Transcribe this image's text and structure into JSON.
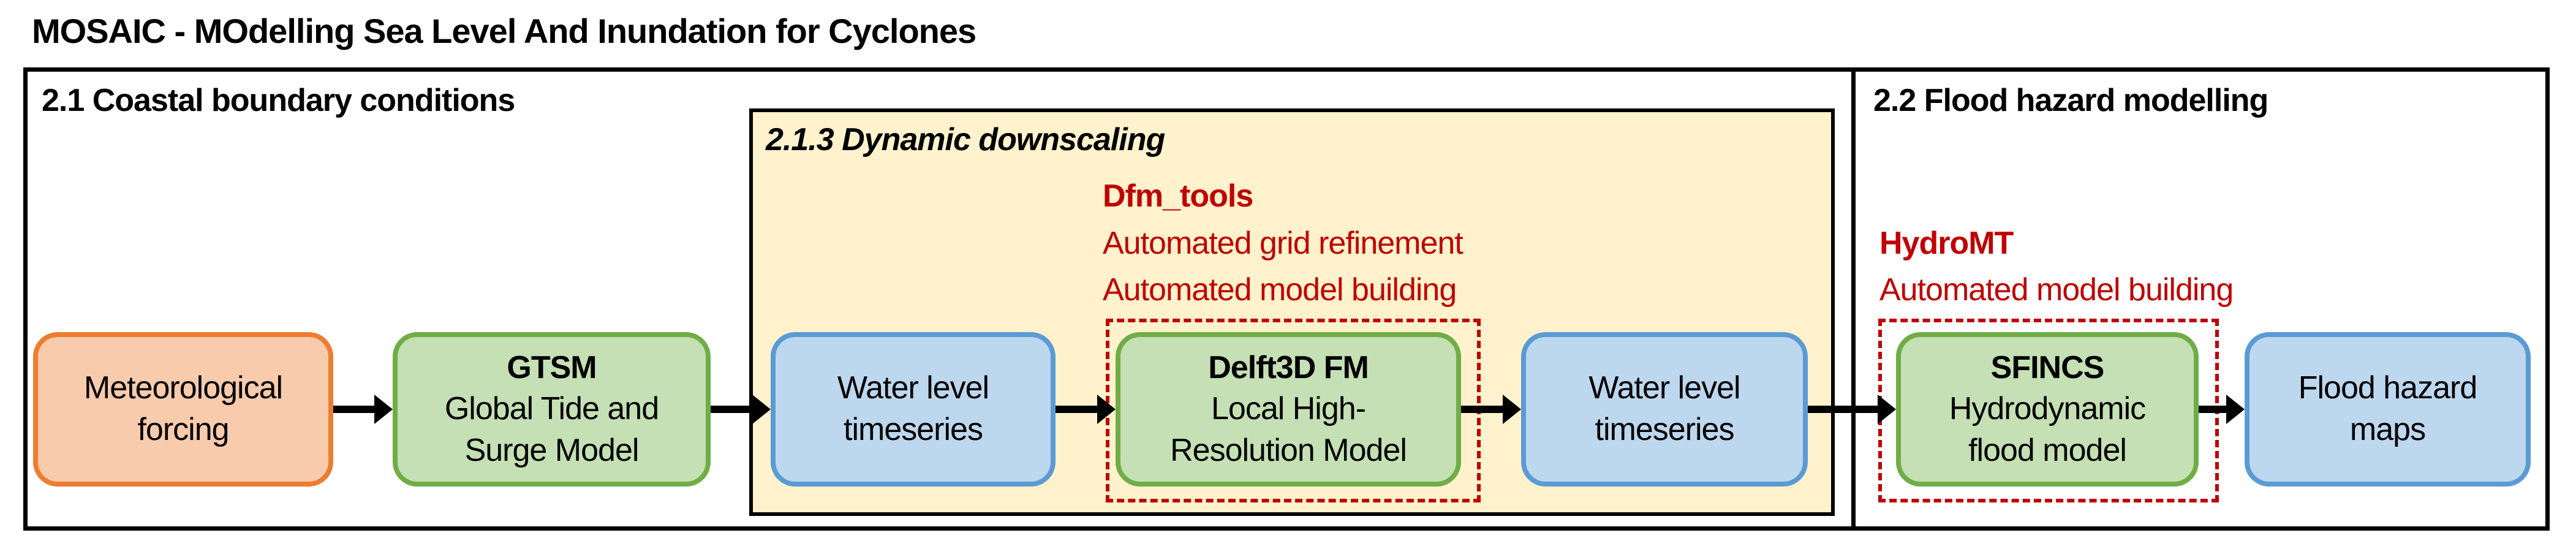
{
  "title": "MOSAIC - MOdelling Sea Level And Inundation for Cyclones",
  "sections": {
    "coastal": {
      "heading": "2.1 Coastal boundary conditions"
    },
    "dynamic": {
      "heading": "2.1.3 Dynamic downscaling"
    },
    "flood": {
      "heading": "2.2 Flood hazard modelling"
    }
  },
  "tools": {
    "dfm": {
      "name": "Dfm_tools",
      "features": [
        "Automated grid refinement",
        "Automated model building"
      ]
    },
    "hydromt": {
      "name": "HydroMT",
      "features": [
        "Automated model building"
      ]
    }
  },
  "nodes": [
    {
      "id": "meteo",
      "title": "",
      "lines": [
        "Meteorological",
        "forcing"
      ],
      "color": "orange"
    },
    {
      "id": "gtsm",
      "title": "GTSM",
      "lines": [
        "Global Tide and",
        "Surge Model"
      ],
      "color": "green"
    },
    {
      "id": "water1",
      "title": "",
      "lines": [
        "Water level",
        "timeseries"
      ],
      "color": "blue"
    },
    {
      "id": "delft",
      "title": "Delft3D FM",
      "lines": [
        "Local High-",
        "Resolution Model"
      ],
      "color": "green"
    },
    {
      "id": "water2",
      "title": "",
      "lines": [
        "Water level",
        "timeseries"
      ],
      "color": "blue"
    },
    {
      "id": "sfincs",
      "title": "SFINCS",
      "lines": [
        "Hydrodynamic",
        "flood model"
      ],
      "color": "green"
    },
    {
      "id": "floodmaps",
      "title": "",
      "lines": [
        "Flood hazard",
        "maps"
      ],
      "color": "blue"
    }
  ],
  "edges": [
    [
      "meteo",
      "gtsm"
    ],
    [
      "gtsm",
      "water1"
    ],
    [
      "water1",
      "delft"
    ],
    [
      "delft",
      "water2"
    ],
    [
      "water2",
      "sfincs"
    ],
    [
      "sfincs",
      "floodmaps"
    ]
  ],
  "colors": {
    "tool_text": "#C00000",
    "orange_border": "#ED7D31",
    "orange_fill": "#F8CBAD",
    "green_border": "#70AD47",
    "green_fill": "#C5E0B4",
    "blue_border": "#5B9BD5",
    "blue_fill": "#BDD7EE",
    "downscaling_fill": "#FFF2CC"
  }
}
